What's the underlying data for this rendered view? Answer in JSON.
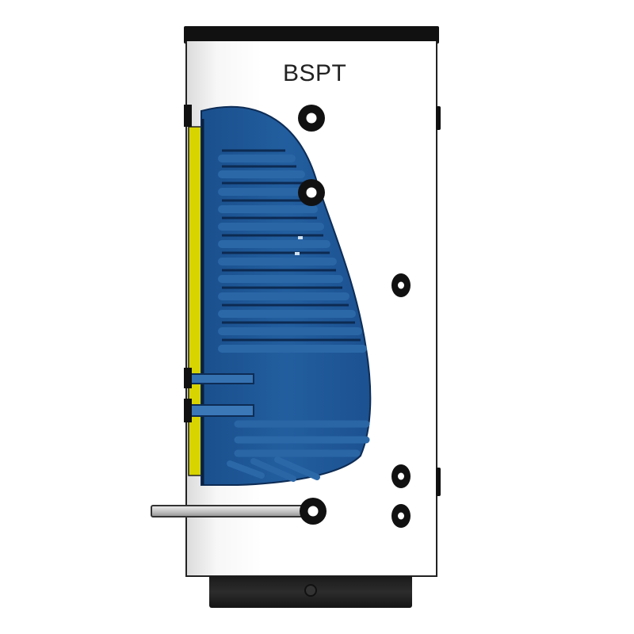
{
  "product": {
    "model_label": "BSPT",
    "colors": {
      "tank_shell": "#ffffff",
      "cap_and_base": "#111111",
      "inner_tank": "#1f5a9a",
      "insulation": "#d8d400",
      "ports": "#111111"
    },
    "ports_center_column": [
      "port-1",
      "port-2"
    ],
    "ports_right_column": [
      "port-3",
      "port-4",
      "port-5"
    ],
    "features": [
      "top-cap",
      "cutaway-inner-tank",
      "heating-coil",
      "insulation-layer",
      "sensor-rod",
      "base"
    ]
  }
}
